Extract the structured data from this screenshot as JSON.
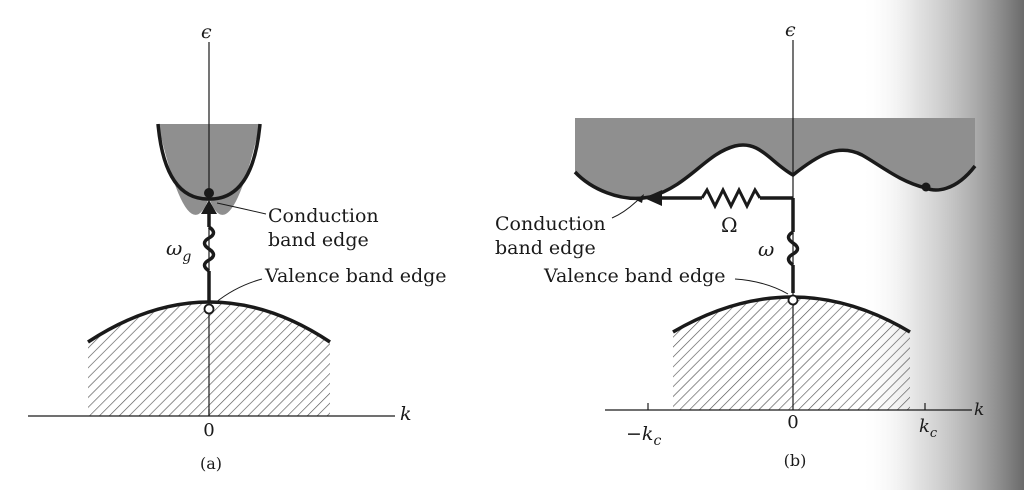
{
  "panel_a": {
    "energy_symbol": "ϵ",
    "k_symbol": "k",
    "origin_label": "0",
    "conduction_label_line1": "Conduction",
    "conduction_label_line2": "band edge",
    "valence_label": "Valence band edge",
    "photon_label": "ω",
    "photon_subscript": "g",
    "caption": "(a)"
  },
  "panel_b": {
    "energy_symbol": "ϵ",
    "k_symbol": "k",
    "origin_label": "0",
    "neg_kc_label": "−k",
    "neg_kc_subscript": "c",
    "pos_kc_label": "k",
    "pos_kc_subscript": "c",
    "conduction_label_line1": "Conduction",
    "conduction_label_line2": "band edge",
    "valence_label": "Valence band edge",
    "photon_label": "ω",
    "phonon_label": "Ω",
    "caption": "(b)"
  },
  "colors": {
    "ink": "#1a1a1a",
    "conduction_fill": "#8f8f8f",
    "hatch_line": "#555555",
    "page_shadow": "#6a6a6a"
  }
}
